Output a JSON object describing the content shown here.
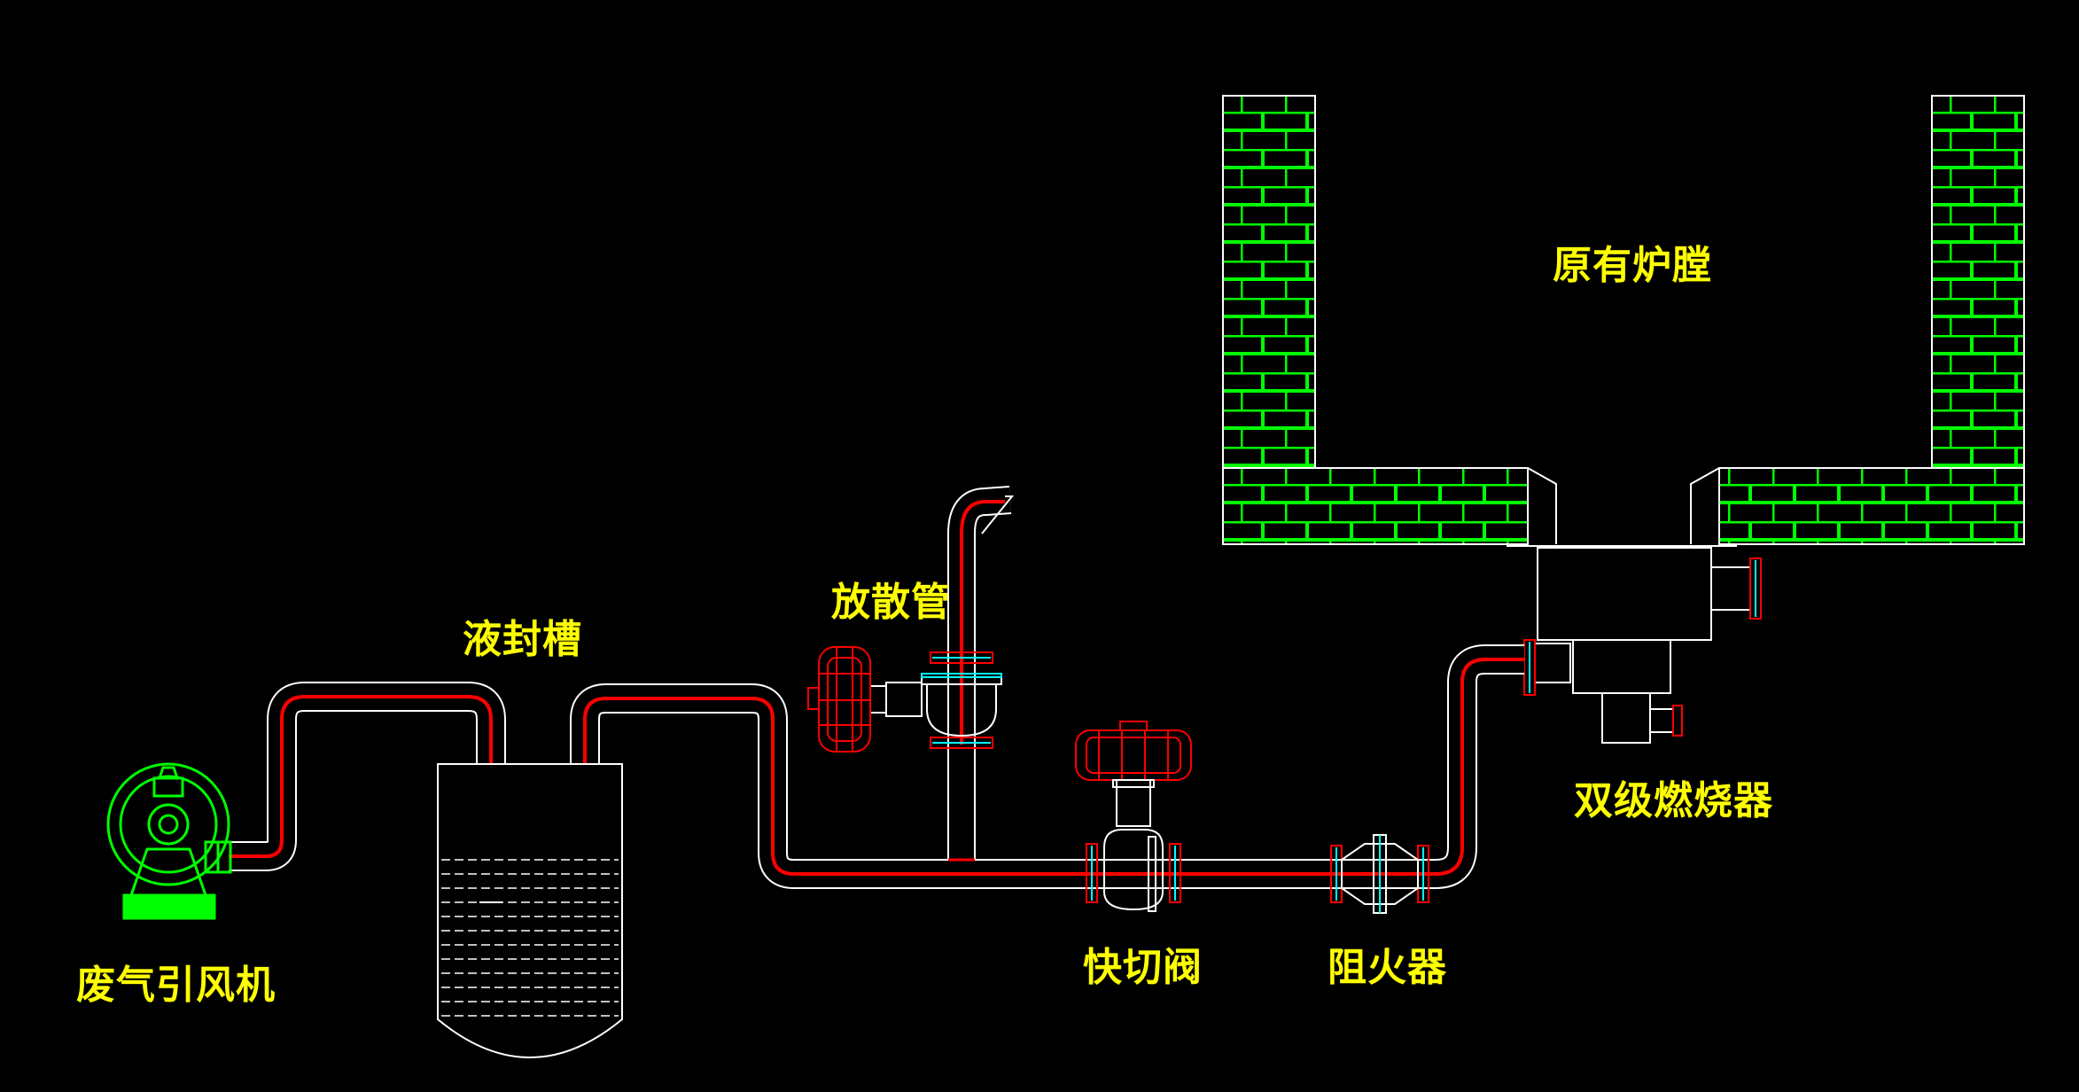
{
  "labels": {
    "furnace": "原有炉膛",
    "vent_pipe": "放散管",
    "liquid_seal": "液封槽",
    "burner": "双级燃烧器",
    "fan": "废气引风机",
    "quick_valve": "快切阀",
    "flame_arrester": "阻火器"
  },
  "colors": {
    "background": "#000000",
    "line": "#ffffff",
    "flow": "#ff0000",
    "brick": "#00ff00",
    "fan": "#00ff00",
    "actuator": "#ff0000",
    "accent": "#00ffff",
    "label": "#ffff00"
  }
}
